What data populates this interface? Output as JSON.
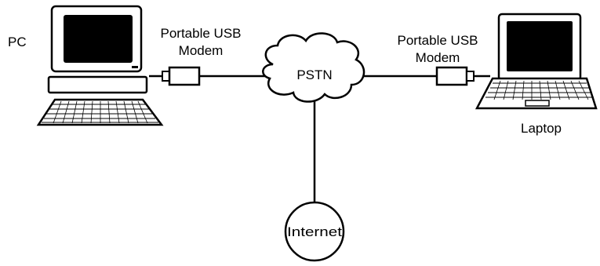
{
  "labels": {
    "pc": "PC",
    "modem_left_line1": "Portable USB",
    "modem_left_line2": "Modem",
    "modem_right_line1": "Portable USB",
    "modem_right_line2": "Modem",
    "pstn": "PSTN",
    "internet": "Internet",
    "laptop": "Laptop"
  },
  "icons": {
    "pc": "desktop-computer-icon",
    "laptop": "laptop-icon",
    "modem": "usb-modem-icon",
    "pstn": "cloud-icon",
    "internet": "circle-node-icon"
  },
  "colors": {
    "ink": "#000000",
    "background": "#ffffff"
  }
}
